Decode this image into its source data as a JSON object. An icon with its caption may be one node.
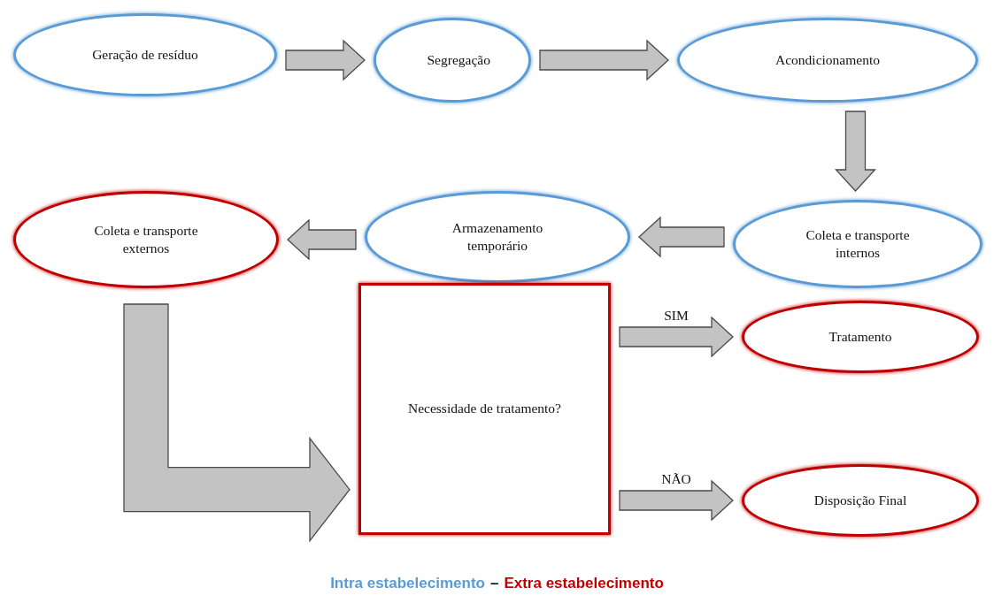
{
  "diagram": {
    "nodes": [
      {
        "text": [
          "Geração de resíduo"
        ]
      },
      {
        "text": [
          "Segregação"
        ]
      },
      {
        "text": [
          "Acondicionamento"
        ]
      },
      {
        "text": [
          "Coleta e transporte internos"
        ]
      },
      {
        "text": [
          "Armazenamento temporário"
        ]
      },
      {
        "text": [
          "Coleta e transporte externos"
        ]
      },
      {
        "text": [
          "Necessidade de tratamento?"
        ]
      },
      {
        "text": [
          "Tratamento"
        ]
      },
      {
        "text": [
          "Disposição Final"
        ]
      }
    ],
    "edges": [
      {
        "from": 0,
        "to": 1,
        "arrow": "to"
      },
      {
        "from": 1,
        "to": 2,
        "arrow": "to"
      },
      {
        "from": 2,
        "to": 3,
        "arrow": "to"
      },
      {
        "from": 3,
        "to": 4,
        "arrow": "to"
      },
      {
        "from": 4,
        "to": 5,
        "arrow": "to"
      },
      {
        "from": 5,
        "to": 6,
        "arrow": "to",
        "style": "thick"
      },
      {
        "from": 6,
        "to": 7,
        "arrow": "to",
        "label": "SIM"
      },
      {
        "from": 6,
        "to": 8,
        "arrow": "to",
        "label": "NÃO"
      }
    ],
    "labels": [
      "–"
    ],
    "legend": [
      {
        "text": "Intra estabelecimento",
        "color": "#5b9bd5"
      },
      {
        "text": "Extra estabelecimento",
        "color": "#c00000"
      }
    ]
  }
}
